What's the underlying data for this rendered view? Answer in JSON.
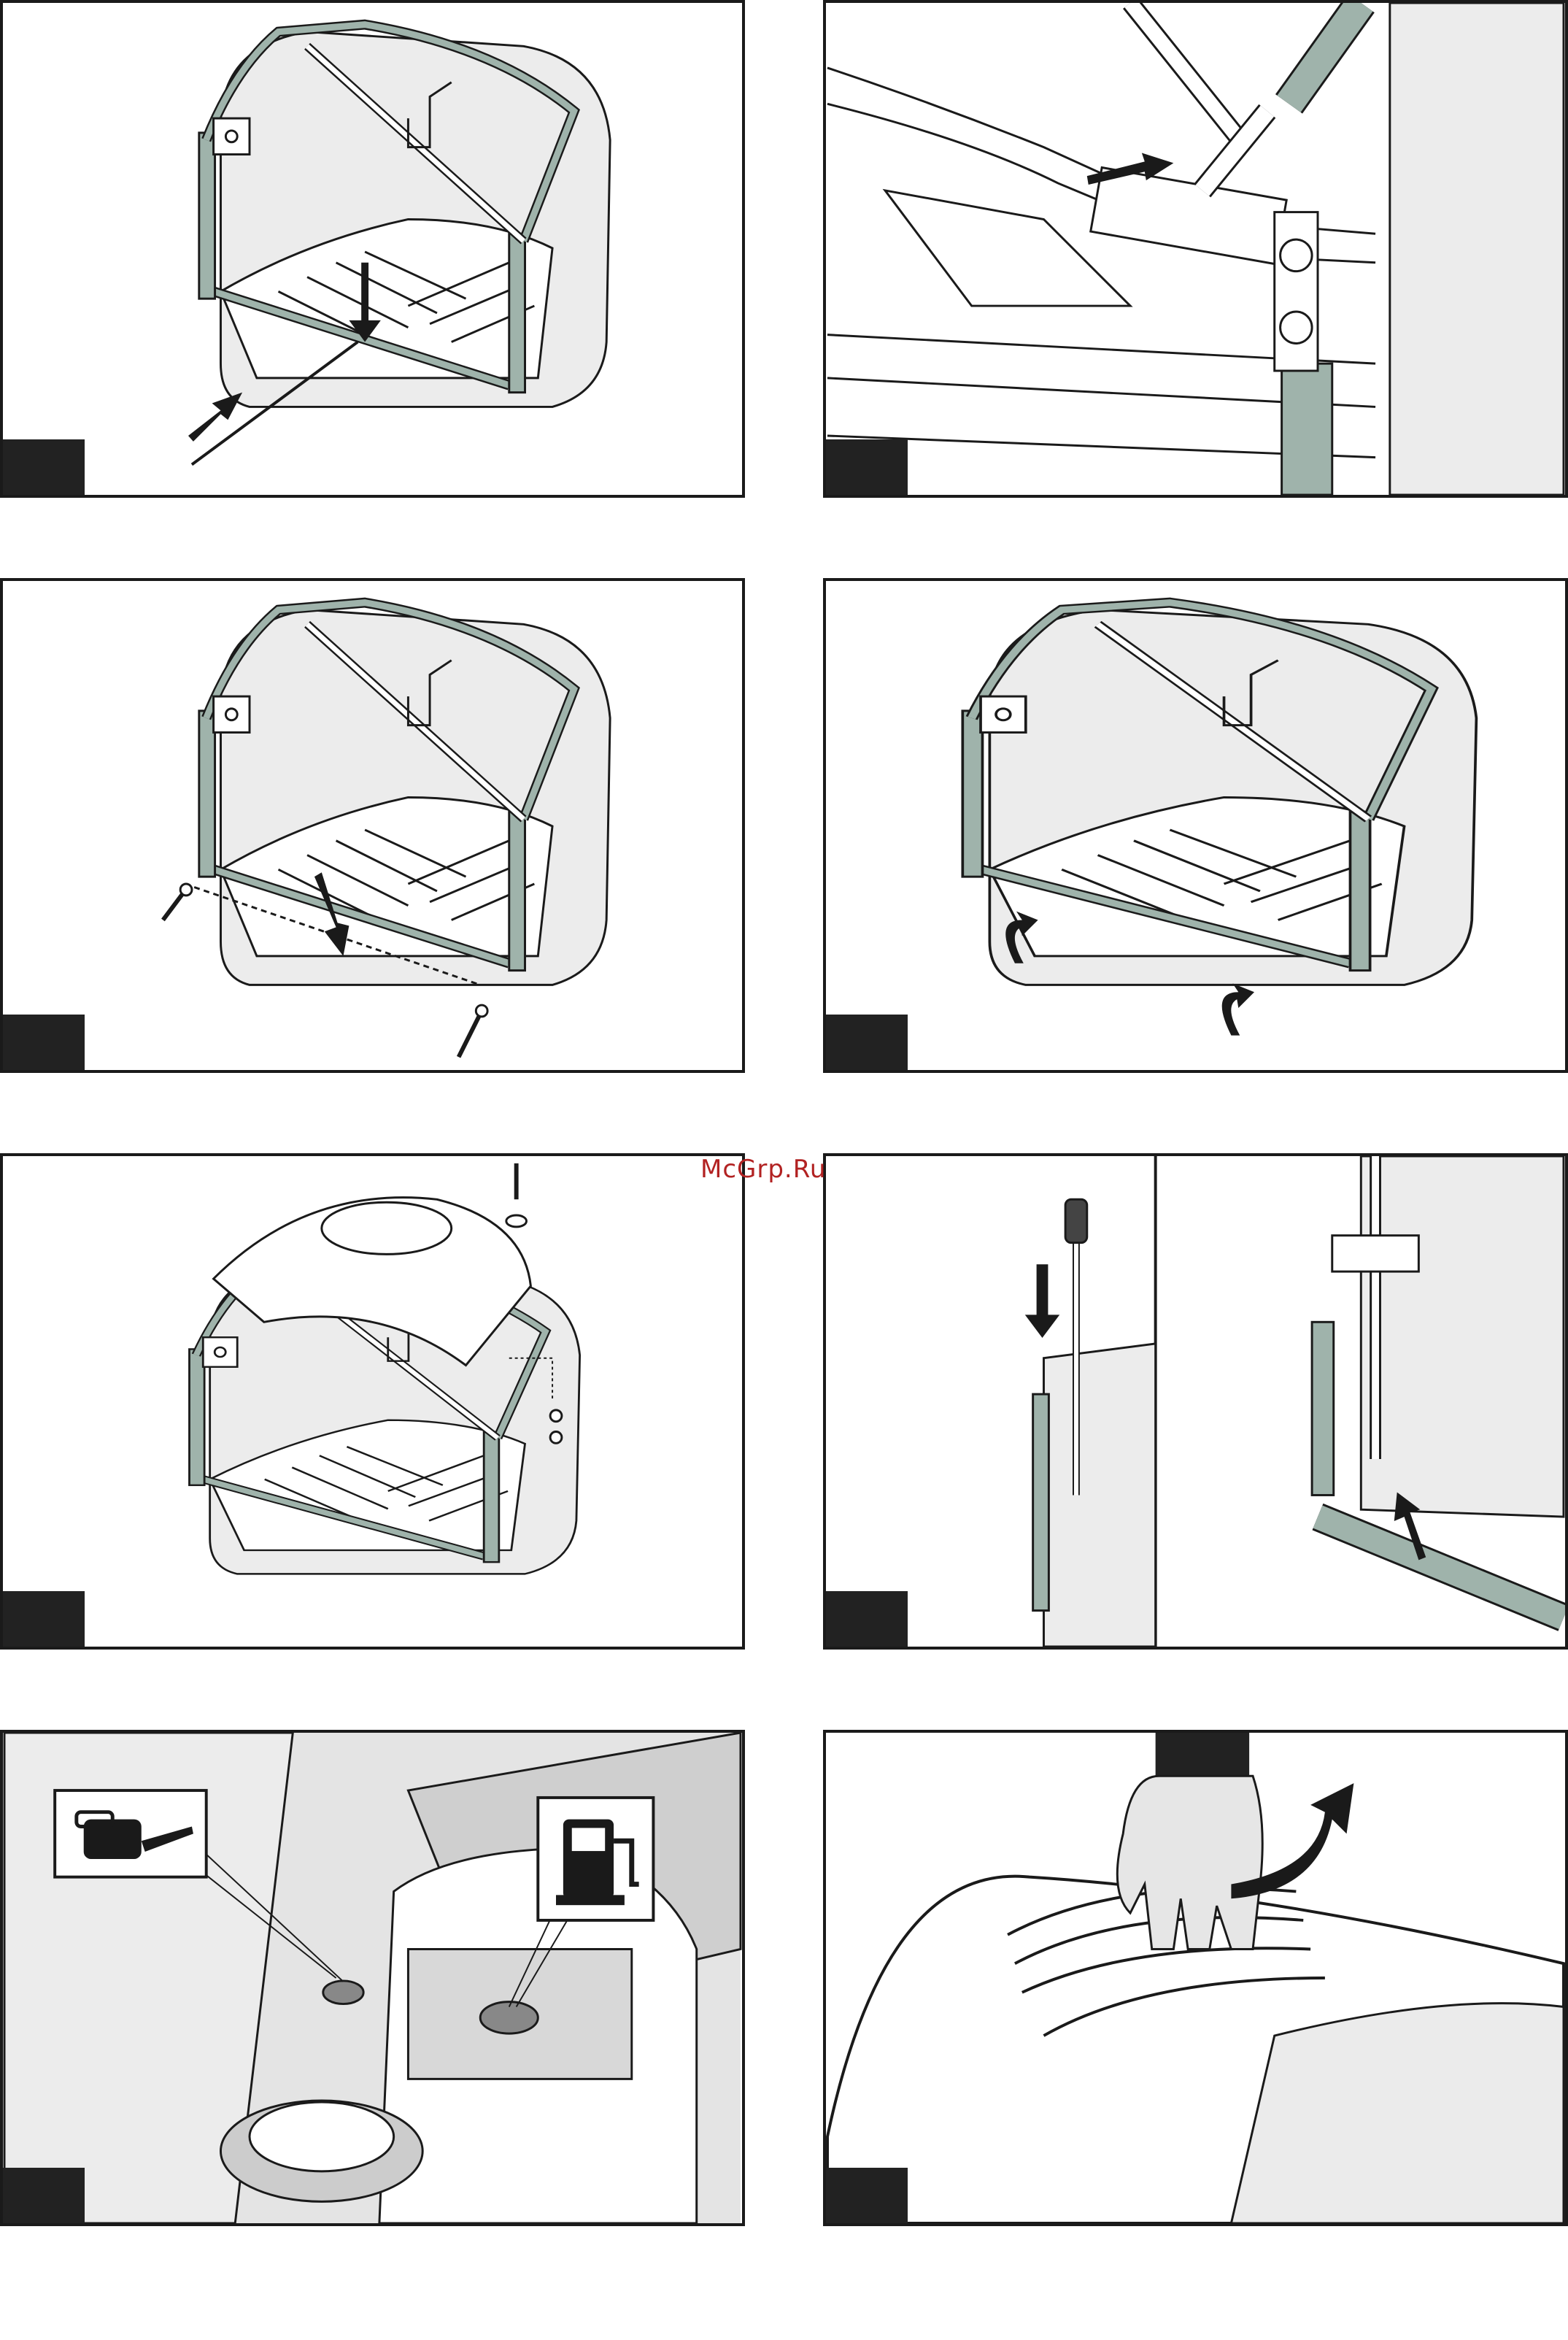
{
  "watermark": {
    "text": "McGrp.Ru",
    "color": "#b22222"
  },
  "colors": {
    "frame_green": "#9fb3ab",
    "bag_fill": "#ececec",
    "line": "#1a1a1a",
    "tab": "#222222"
  },
  "panels": [
    {
      "icon": "wire-insert-illustration"
    },
    {
      "icon": "bolt-connection-illustration"
    },
    {
      "icon": "bottom-bar-screws-illustration"
    },
    {
      "icon": "bag-frame-clip-illustration"
    },
    {
      "icon": "bag-cover-attach-illustration"
    },
    {
      "icon": "handle-mounting-illustration"
    },
    {
      "icon": "oil-fuel-caps-illustration",
      "symbols": [
        "oil-can-icon",
        "fuel-pump-icon"
      ]
    },
    {
      "icon": "hand-lift-cover-illustration"
    }
  ]
}
